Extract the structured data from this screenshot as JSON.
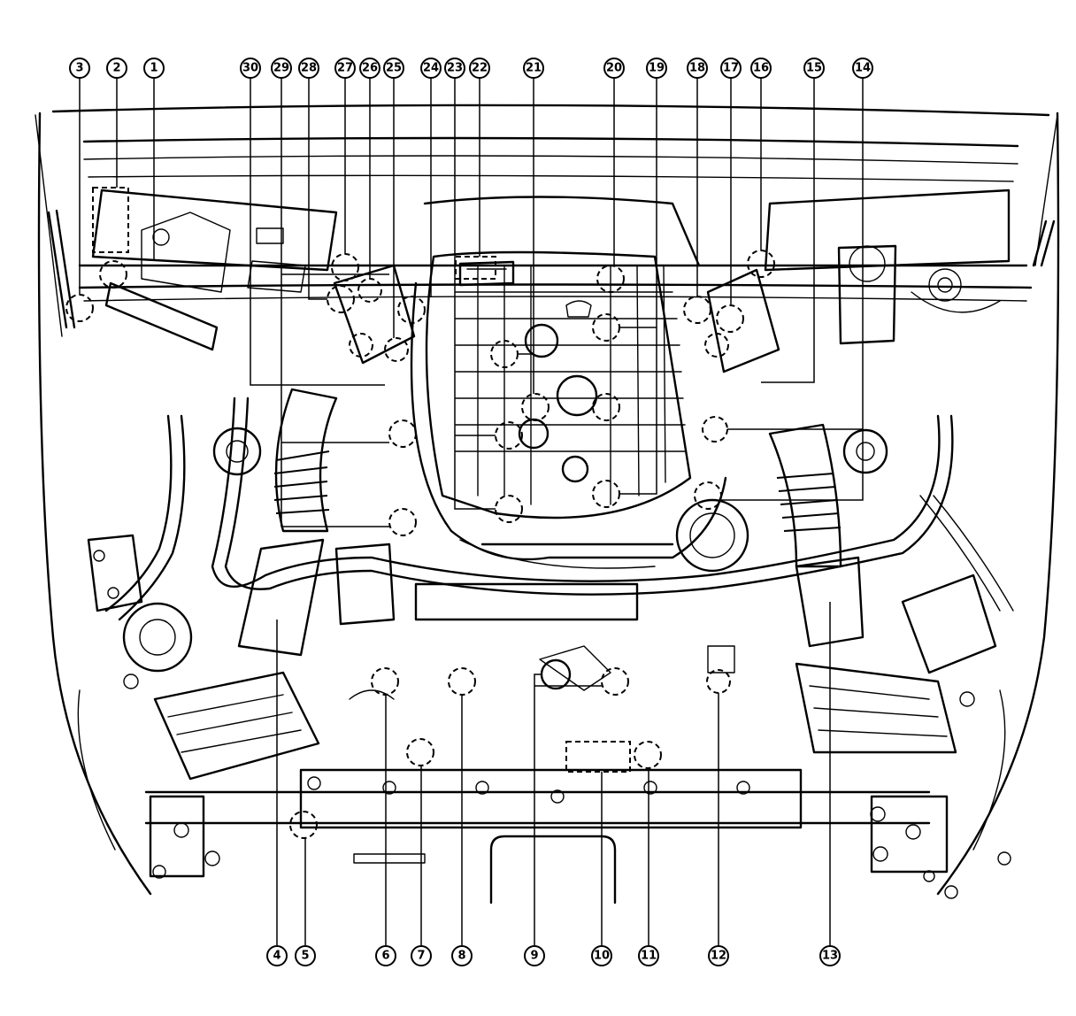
{
  "callouts": {
    "top": [
      "3",
      "2",
      "1",
      "30",
      "29",
      "28",
      "27",
      "26",
      "25",
      "24",
      "23",
      "22",
      "21",
      "20",
      "19",
      "18",
      "17",
      "16",
      "15",
      "14"
    ],
    "bottom": [
      "4",
      "5",
      "6",
      "7",
      "8",
      "9",
      "10",
      "11",
      "12",
      "13"
    ]
  }
}
